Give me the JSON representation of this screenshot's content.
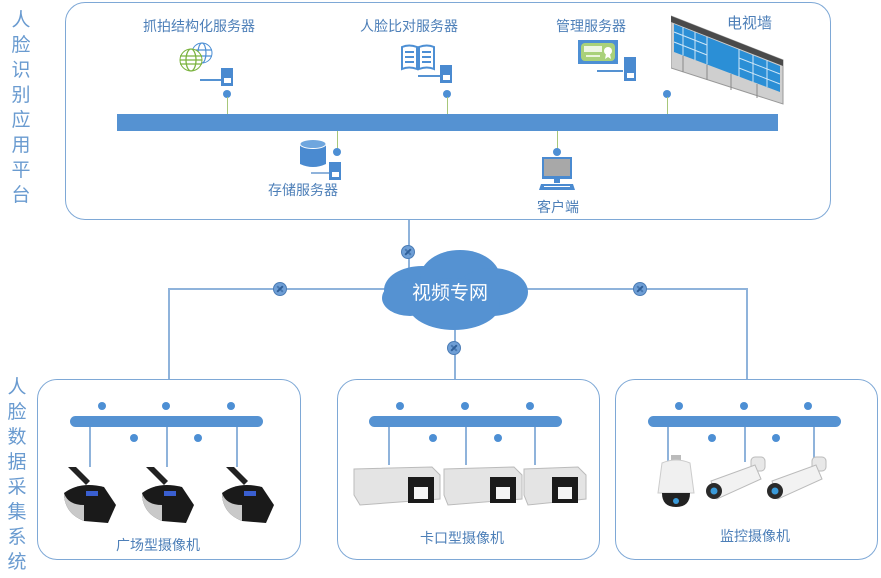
{
  "diagram": {
    "sections": {
      "platform": {
        "title": "人脸识别应用平台",
        "nodes": [
          {
            "label": "抓拍结构化服务器",
            "icon": "globe-server-icon"
          },
          {
            "label": "人脸比对服务器",
            "icon": "book-server-icon"
          },
          {
            "label": "管理服务器",
            "icon": "certificate-server-icon"
          },
          {
            "label": "电视墙",
            "icon": "video-wall-icon"
          },
          {
            "label": "存储服务器",
            "icon": "database-server-icon"
          },
          {
            "label": "客户端",
            "icon": "computer-icon"
          }
        ]
      },
      "network": {
        "label": "视频专网"
      },
      "collection": {
        "title": "人脸数据采集系统",
        "groups": [
          {
            "label": "广场型摄像机",
            "camera_icon": "square-camera-icon",
            "count": 3
          },
          {
            "label": "卡口型摄像机",
            "camera_icon": "checkpoint-camera-icon",
            "count": 3
          },
          {
            "label": "监控摄像机",
            "camera_icon": "surveillance-camera-icon",
            "count": 3
          }
        ]
      }
    },
    "colors": {
      "bus": "#5592d2",
      "panel_border": "#7ea8d6",
      "label": "#4d7fb8",
      "cloud": "#5592d2"
    }
  }
}
